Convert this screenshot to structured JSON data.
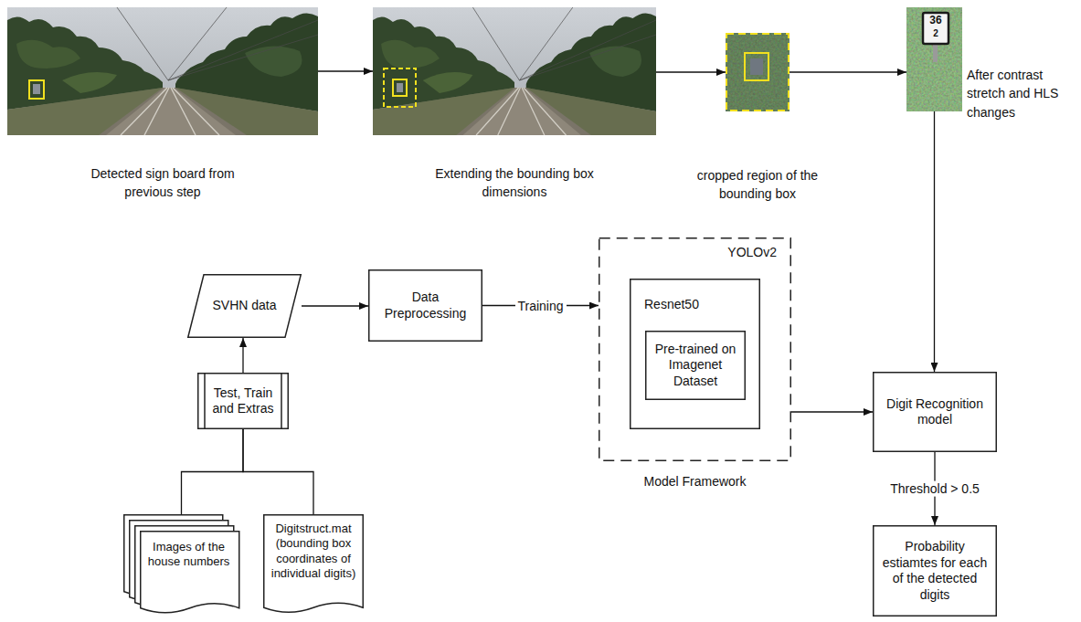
{
  "diagram": {
    "nodes": [
      {
        "text": [
          "Detected sign board from previous step"
        ]
      },
      {
        "text": [
          "Extending the bounding box dimensions"
        ]
      },
      {
        "text": [
          "cropped region of the bounding box"
        ]
      },
      {
        "text": [
          "After contrast stretch and HLS changes"
        ]
      },
      {
        "text": [
          "SVHN data"
        ]
      },
      {
        "text": [
          "Data Preprocessing"
        ]
      },
      {
        "text": [
          "YOLOv2",
          "Model Framework"
        ]
      },
      {
        "text": [
          "Resnet50"
        ],
        "in": 6
      },
      {
        "text": [
          "Pre-trained on Imagenet Dataset"
        ],
        "in": 7
      },
      {
        "text": [
          "Digit Recognition model"
        ]
      },
      {
        "text": [
          "Test, Train and Extras"
        ]
      },
      {
        "text": [
          "Probability estiamtes for each of the detected digits"
        ]
      },
      {
        "text": [
          "Images of the house numbers"
        ]
      },
      {
        "text": [
          "Digitstruct.mat (bounding box coordinates of individual digits)"
        ]
      }
    ],
    "edges": [
      {
        "from": 0,
        "to": 1,
        "arrow": "to"
      },
      {
        "from": 1,
        "to": 2,
        "arrow": "to"
      },
      {
        "from": 2,
        "to": 3,
        "arrow": "to"
      },
      {
        "from": 3,
        "to": 9,
        "arrow": "to"
      },
      {
        "from": 4,
        "to": 5,
        "arrow": "to"
      },
      {
        "from": 5,
        "to": 6,
        "label": "Training",
        "arrow": "to"
      },
      {
        "from": 6,
        "to": 9,
        "arrow": "to"
      },
      {
        "from": 9,
        "to": 11,
        "label": "Threshold > 0.5",
        "arrow": "to"
      },
      {
        "from": 10,
        "to": 4,
        "arrow": "to"
      },
      {
        "from": 12,
        "to": 10,
        "arrow": "none"
      },
      {
        "from": 13,
        "to": 10,
        "arrow": "none"
      }
    ],
    "labels": [
      "36",
      "2"
    ]
  }
}
